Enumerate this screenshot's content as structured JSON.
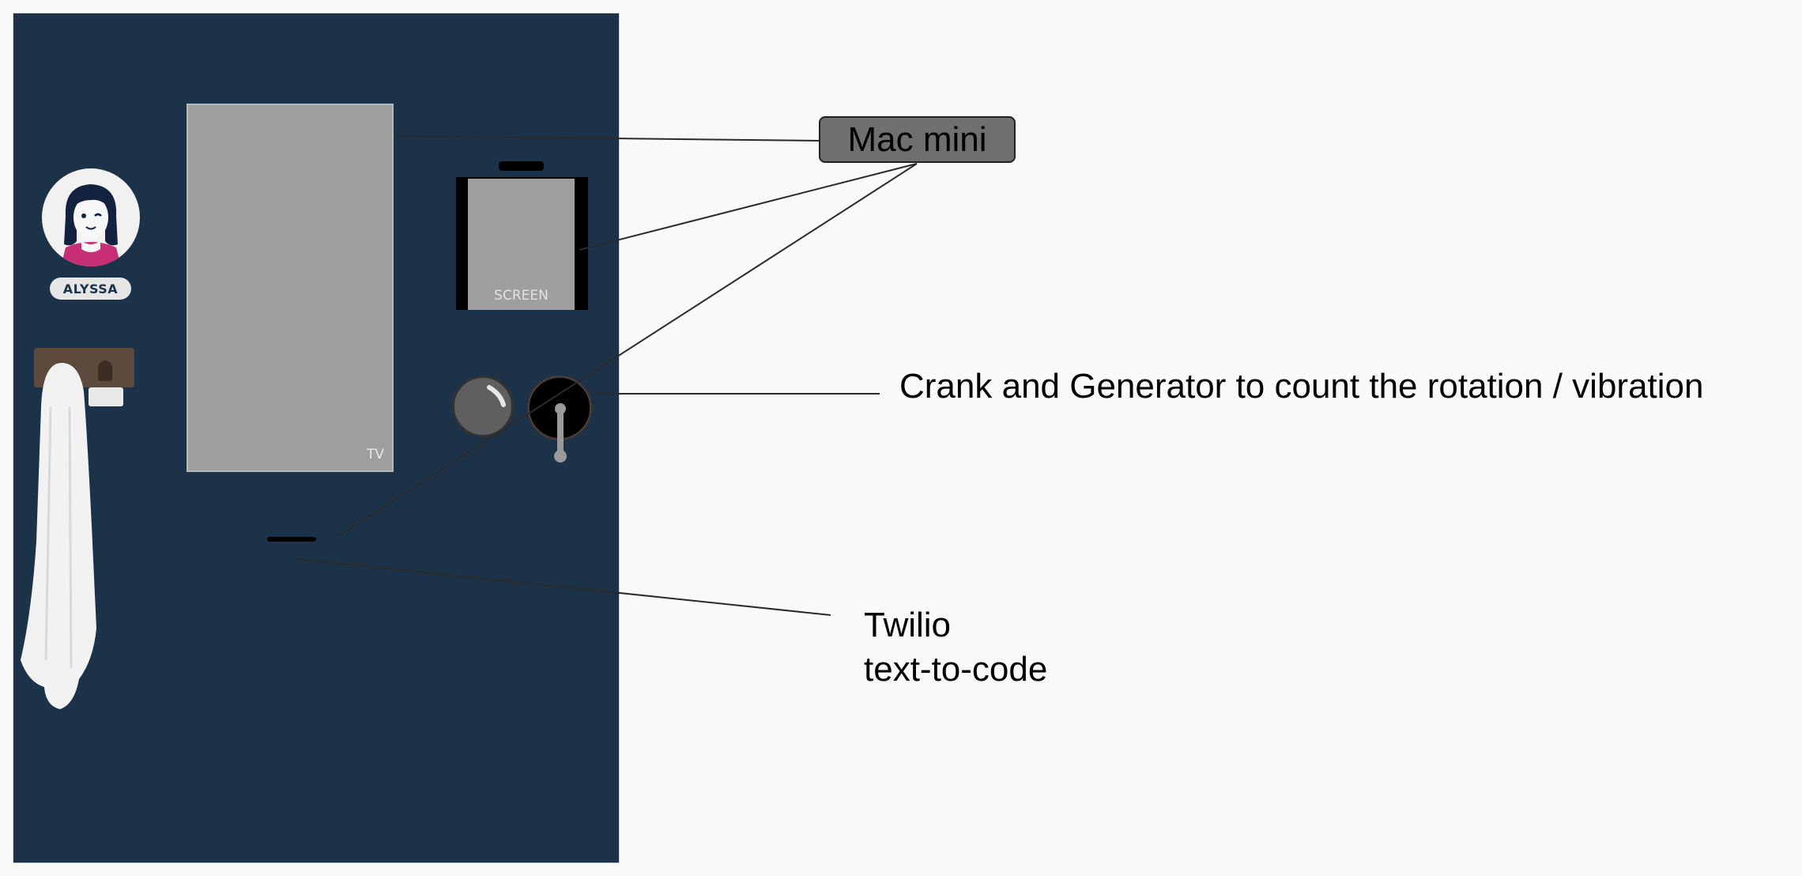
{
  "room": {
    "person_name": "ALYSSA",
    "tv_label": "TV",
    "screen_label": "SCREEN"
  },
  "annotations": {
    "mac_mini": "Mac mini",
    "crank": "Crank and Generator to count the rotation / vibration",
    "twilio_line1": "Twilio",
    "twilio_line2": "text-to-code"
  },
  "colors": {
    "room_bg": "#1b3249",
    "page_bg": "#f9f9f9",
    "device_gray": "#9e9e9e",
    "label_box": "#6f6f6f"
  }
}
